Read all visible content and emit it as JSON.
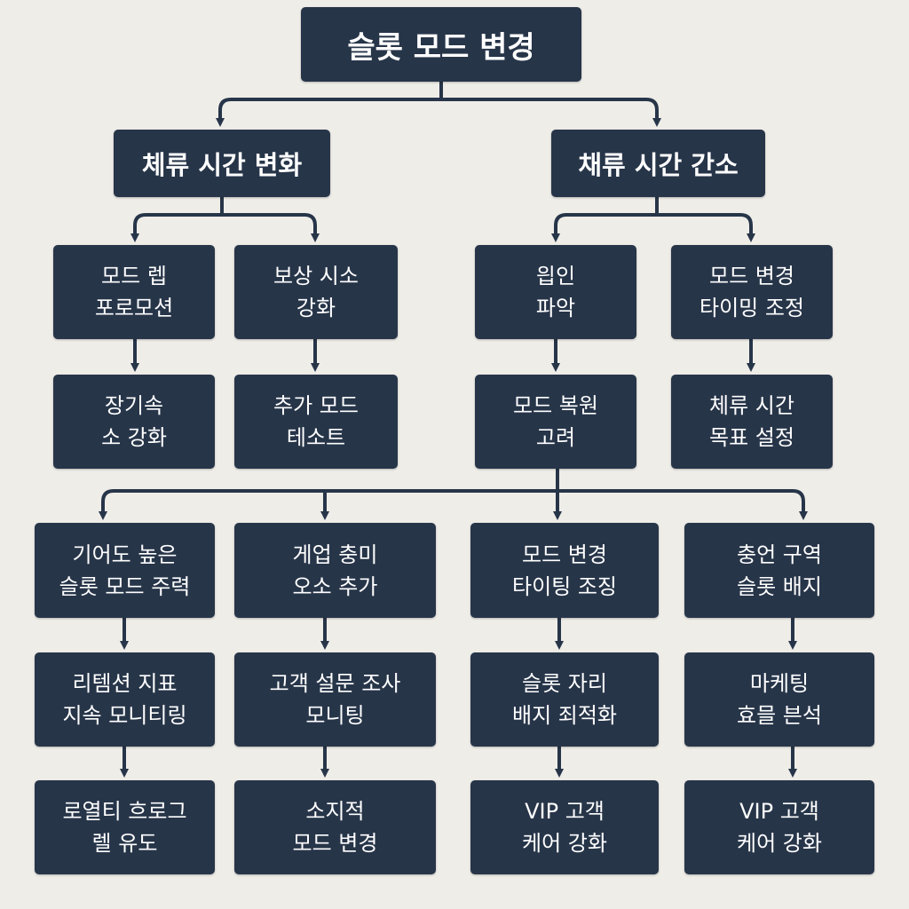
{
  "diagram": {
    "root": "슬롯 모드 변경",
    "left_branch": "체류 시간 변화",
    "right_branch": "채류 시간 간소",
    "row2": [
      "모드 렙\n포로모션",
      "보상 시소\n강화",
      "읩인\n파악",
      "모드 변경\n타이밍 조정"
    ],
    "row3": [
      "장기속\n소 강화",
      "추가 모드\n테소트",
      "모드 복원\n고려",
      "체류 시간\n목표 설정"
    ],
    "row4": [
      "기어도 높은\n슬롯 모드 주력",
      "게업 충미\n오소 추가",
      "모드 변경\n타이팅 조징",
      "충언 구역\n슬롯 배지"
    ],
    "row5": [
      "리템션 지표\n지속 모니티링",
      "고객 설문 조사\n모니팅",
      "슬롯 자리\n배지 죄적화",
      "마케팅\n효믈  븐석"
    ],
    "row6": [
      "로열티 흐로그\n렐 유도",
      "소지적\n모드 변경",
      "VIP 고객\n케어 강화",
      "VIP 고객\n케어 강화"
    ]
  },
  "colors": {
    "background": "#efede8",
    "node": "#273549",
    "node_text": "#ffffff",
    "connector": "#273549"
  }
}
